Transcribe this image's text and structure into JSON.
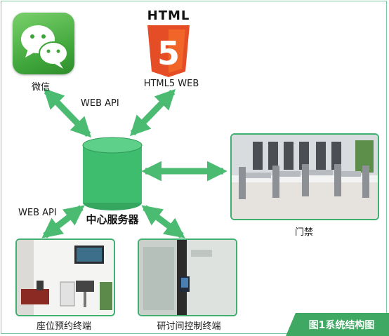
{
  "nodes": {
    "wechat_label": "微信",
    "html5_logo_text": "HTML",
    "html5_badge_digit": "5",
    "html5_label": "HTML5 WEB",
    "server_label": "中心服务器",
    "gate_label": "门禁",
    "seat_terminal_label": "座位预约终端",
    "room_terminal_label": "研讨间控制终端"
  },
  "edges": {
    "wechat_api_label": "WEB API",
    "seat_api_label": "WEB API"
  },
  "caption": "图1系统结构图",
  "colors": {
    "arrow": "#4cbb72",
    "server": "#3fbd6e",
    "frame": "#78c8a0",
    "html5_orange": "#e44d26",
    "wechat_green": "#4ab447",
    "caption_bg": "#3fa862"
  }
}
